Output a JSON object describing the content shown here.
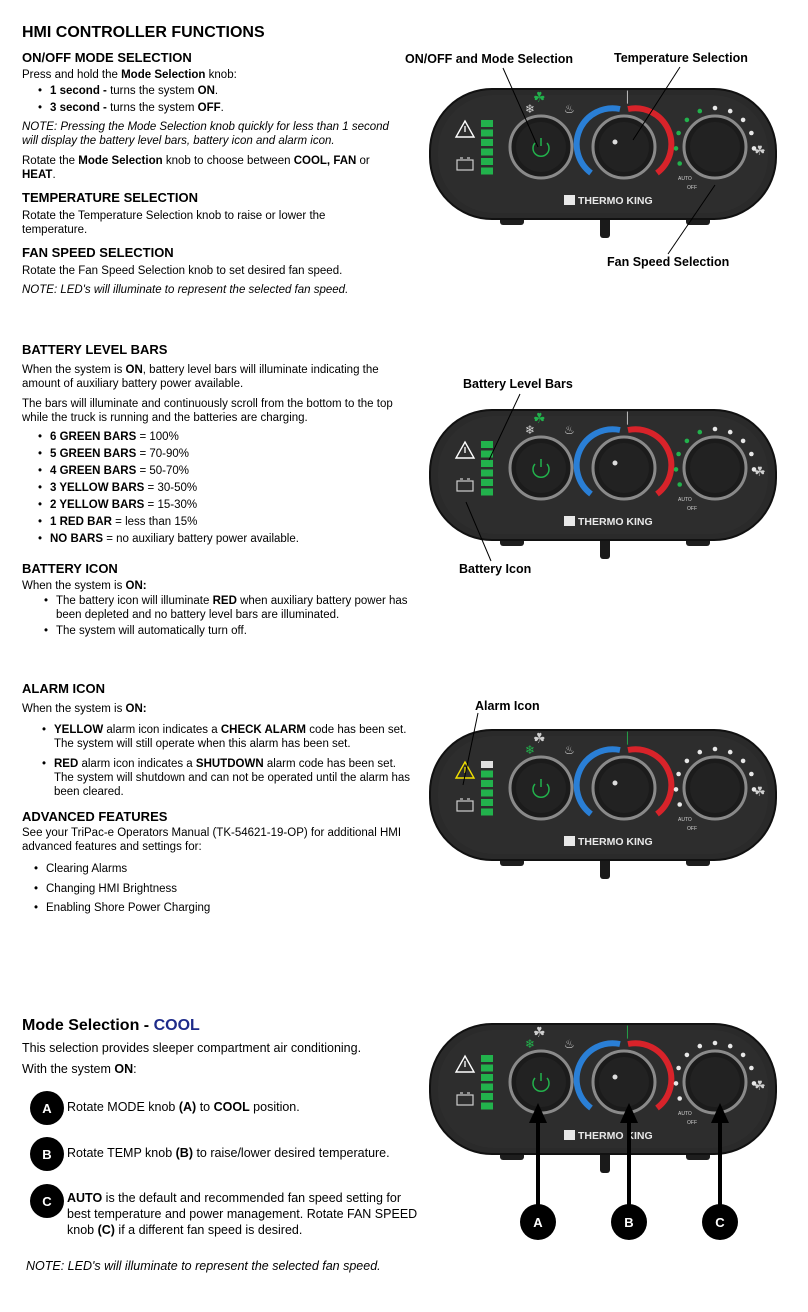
{
  "sec1": {
    "title": "HMI CONTROLLER FUNCTIONS",
    "mode_heading": "ON/OFF MODE SELECTION",
    "mode_intro_pre": "Press and hold the ",
    "mode_intro_bold": "Mode Selection",
    "mode_intro_post": " knob:",
    "b1_bold": "1 second - ",
    "b1_text": "turns the system ",
    "b1_end": "ON",
    "b2_bold": "3 second - ",
    "b2_text": "turns the system ",
    "b2_end": "OFF",
    "note": "NOTE: Pressing the Mode Selection knob quickly for less than 1 second will display the battery level bars, battery icon and alarm icon.",
    "rotate_pre": "Rotate the ",
    "rotate_bold": "Mode Selection",
    "rotate_mid": " knob to choose between ",
    "rotate_cool": "COOL, FAN",
    "rotate_or": " or ",
    "rotate_heat": "HEAT",
    "temp_heading": "TEMPERATURE SELECTION",
    "temp_text": "Rotate the Temperature Selection knob to raise or lower the temperature.",
    "fan_heading": "FAN SPEED SELECTION",
    "fan_text": "Rotate the Fan Speed Selection knob to set desired fan speed.",
    "fan_note": "NOTE: LED's will illuminate to represent the selected fan speed.",
    "lbl_onoff": "ON/OFF and Mode Selection",
    "lbl_temp": "Temperature Selection",
    "lbl_fan": "Fan Speed Selection"
  },
  "sec2": {
    "heading": "BATTERY LEVEL BARS",
    "p1_pre": "When the system is ",
    "p1_bold": "ON",
    "p1_post": ", battery level bars will illuminate indicating the amount of auxiliary battery power available.",
    "p2": "The bars will illuminate and continuously scroll from the bottom to the top while the truck is running and the batteries are charging.",
    "levels": [
      {
        "bold": "6 GREEN BARS",
        "rest": " = 100%"
      },
      {
        "bold": "5 GREEN BARS",
        "rest": " = 70-90%"
      },
      {
        "bold": "4 GREEN BARS",
        "rest": " = 50-70%"
      },
      {
        "bold": "3 YELLOW BARS",
        "rest": " = 30-50%"
      },
      {
        "bold": "2 YELLOW BARS",
        "rest": " = 15-30%"
      },
      {
        "bold": "1 RED BAR",
        "rest": " = less than 15%"
      },
      {
        "bold": "NO BARS",
        "rest": " = no auxiliary battery power available."
      }
    ],
    "icon_heading": "BATTERY ICON",
    "icon_intro_pre": "When the system is ",
    "icon_intro_bold": "ON:",
    "icon_b1_pre": "The battery icon will illuminate ",
    "icon_b1_bold": "RED",
    "icon_b1_post": " when auxiliary battery power has been depleted and no battery level bars are illuminated.",
    "icon_b2": "The system will automatically turn off.",
    "lbl_bars": "Battery Level Bars",
    "lbl_icon": "Battery Icon"
  },
  "sec3": {
    "heading": "ALARM ICON",
    "intro_pre": "When the system is ",
    "intro_bold": "ON:",
    "y_bold": "YELLOW",
    "y_mid": " alarm icon indicates a ",
    "y_bold2": "CHECK ALARM",
    "y_post": " code has been set. The system will still operate when this alarm has been set.",
    "r_bold": "RED",
    "r_mid": " alarm icon indicates a ",
    "r_bold2": "SHUTDOWN",
    "r_post": " alarm code has been set. The system will shutdown and can not be operated until the alarm has been cleared.",
    "adv_heading": "ADVANCED FEATURES",
    "adv_text": "See your TriPac-e Operators Manual (TK-54621-19-OP) for additional HMI advanced features and settings for:",
    "adv_items": [
      "Clearing Alarms",
      "Changing HMI Brightness",
      "Enabling Shore Power Charging"
    ],
    "lbl_alarm": "Alarm Icon"
  },
  "sec4": {
    "title_pre": "Mode Selection - ",
    "title_accent": "COOL",
    "p1": "This selection provides sleeper compartment air conditioning.",
    "p2_pre": "With the system ",
    "p2_bold": "ON",
    "p2_post": ":",
    "a_letter": "A",
    "b_letter": "B",
    "c_letter": "C",
    "a_pre": "Rotate MODE knob ",
    "a_bold": "(A)",
    "a_mid": " to ",
    "a_bold2": "COOL",
    "a_post": " position.",
    "b_pre": "Rotate TEMP knob ",
    "b_bold": "(B)",
    "b_post": " to raise/lower desired temperature.",
    "c_bold": "AUTO",
    "c_mid": " is the default and recommended fan speed setting for best temperature and power management. Rotate FAN SPEED knob ",
    "c_bold2": "(C)",
    "c_post": " if a different fan speed is desired.",
    "note": "NOTE: LED's will illuminate to represent the selected fan speed."
  },
  "hmi": {
    "brand": "THERMO KING",
    "auto": "AUTO",
    "off": "OFF",
    "colors": {
      "body": "#2a2a2a",
      "green": "#22b24c",
      "red": "#d8232a",
      "blue": "#2a7fd6",
      "yellow": "#f2e000"
    }
  }
}
